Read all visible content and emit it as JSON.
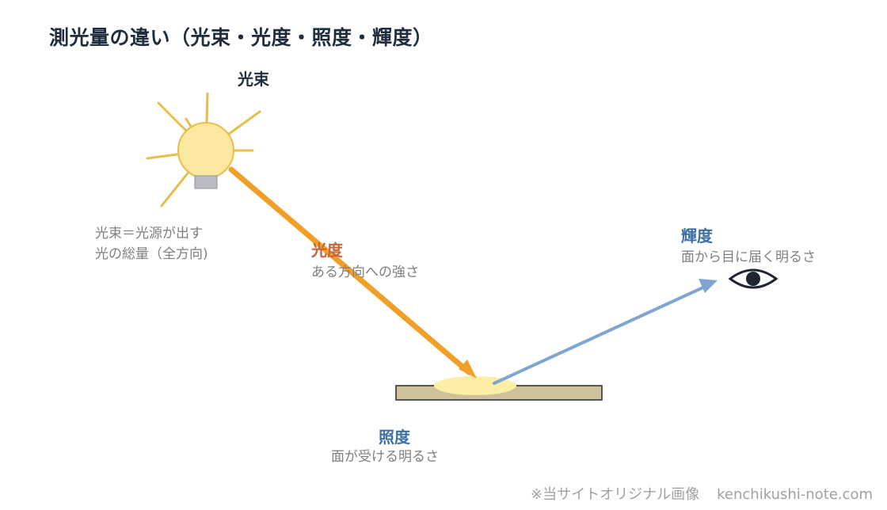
{
  "title": "測光量の違い（光束・光度・照度・輝度）",
  "luminous_flux": {
    "heading": "光束",
    "desc_line1": "光束＝光源が出す",
    "desc_line2": "光の総量（全方向)"
  },
  "luminous_intensity": {
    "heading": "光度",
    "desc": "ある方向への強さ"
  },
  "illuminance": {
    "heading": "照度",
    "desc": "面が受ける明るさ"
  },
  "luminance": {
    "heading": "輝度",
    "desc": "面から目に届く明るさ"
  },
  "footer": {
    "note": "※当サイトオリジナル画像",
    "site": "kenchikushi-note.com"
  },
  "colors": {
    "title": "#1f2d3d",
    "bulb_glass": "#fbe8a0",
    "bulb_outline": "#e6be4a",
    "rays": "#e6be4a",
    "bulb_base": "#b9bcc2",
    "beam": "#f0a028",
    "reflection": "#7fa6d0",
    "surface": "#cfc29b",
    "spot": "#fdeea6",
    "intensity_label": "#c8643b",
    "blue_label": "#3d6fa3",
    "desc_text": "#7f7f7f"
  },
  "icons": [
    "light-bulb-icon",
    "eye-icon"
  ]
}
